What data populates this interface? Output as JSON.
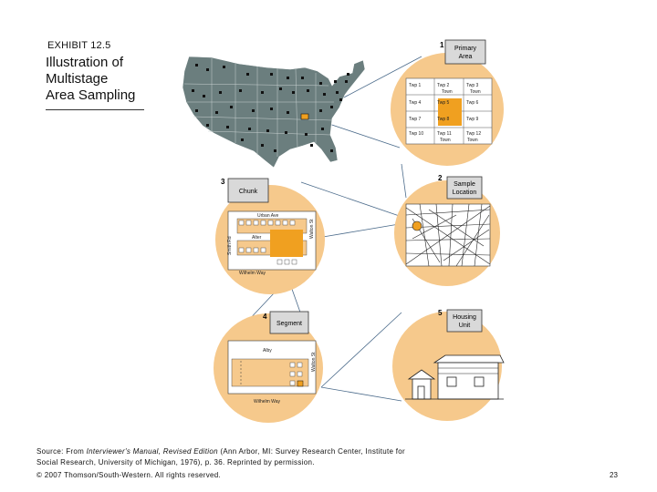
{
  "header": {
    "exhibit": "EXHIBIT 12.5",
    "title_lines": [
      "Illustration of",
      "Multistage",
      "Area Sampling"
    ]
  },
  "stages": [
    {
      "number": "1",
      "label_lines": [
        "Primary",
        "Area"
      ]
    },
    {
      "number": "2",
      "label_lines": [
        "Sample",
        "Location"
      ]
    },
    {
      "number": "3",
      "label_lines": [
        "Chunk"
      ]
    },
    {
      "number": "4",
      "label_lines": [
        "Segment"
      ]
    },
    {
      "number": "5",
      "label_lines": [
        "Housing",
        "Unit"
      ]
    }
  ],
  "townships": {
    "row1": [
      "Twp 1",
      "Twp 2",
      "Twp 3"
    ],
    "row2": [
      "Twp 4",
      "Twp 5",
      "Twp 6"
    ],
    "row3": [
      "Twp 7",
      "Twp 8",
      "Twp 9"
    ],
    "row4": [
      "Twp 10",
      "Twp 11",
      "Twp 12"
    ],
    "town": "Town"
  },
  "streets": {
    "top_chunk": "Urban Ave",
    "middle": "Alter",
    "bottom": "Wilhelm Way",
    "side_right": "Walton St",
    "side_left": "Smith Rd",
    "segment_top": "Alby",
    "segment_side": "Walton St"
  },
  "colors": {
    "circle_fill": "#f6c98c",
    "highlight": "#f0a020",
    "map_fill": "#6b7e7e",
    "label_box": "#d9d9d9"
  },
  "footer": {
    "source_prefix": "Source: From ",
    "source_title": "Interviewer's Manual, Revised Edition",
    "source_rest": " (Ann Arbor, MI: Survey Research Center, Institute for Social Research, University of Michigan, 1976), p. 36. Reprinted by permission.",
    "copyright": "© 2007 Thomson/South-Western. All rights reserved.",
    "page": "23"
  }
}
